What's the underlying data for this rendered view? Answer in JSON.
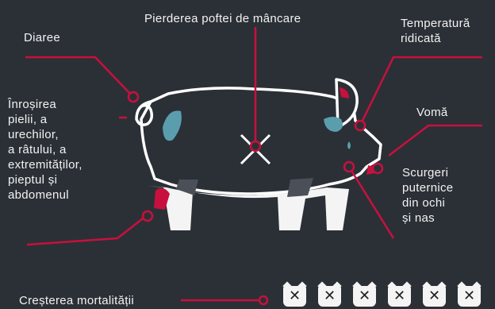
{
  "labels": {
    "appetite": "Pierderea poftei de mâncare",
    "diarrhea": "Diaree",
    "fever_1": "Temperatură",
    "fever_2": "ridicată",
    "vomit": "Vomă",
    "redness_1": "Înroșirea",
    "redness_2": "pielii, a",
    "redness_3": "urechilor,",
    "redness_4": "a râtului, a",
    "redness_5": "extremităților,",
    "redness_6": "pieptul și",
    "redness_7": "abdomenul",
    "discharge_1": "Scurgeri",
    "discharge_2": "puternice",
    "discharge_3": "din ochi",
    "discharge_4": "și nas",
    "mortality": "Creșterea mortalității"
  },
  "mortality_icons": [
    "skull-icon",
    "skull-icon",
    "skull-icon",
    "skull-icon",
    "skull-icon",
    "skull-icon"
  ],
  "colors": {
    "background": "#2b3036",
    "accent": "#c8103e",
    "outline": "#ffffff",
    "blue": "#5a9eae"
  }
}
